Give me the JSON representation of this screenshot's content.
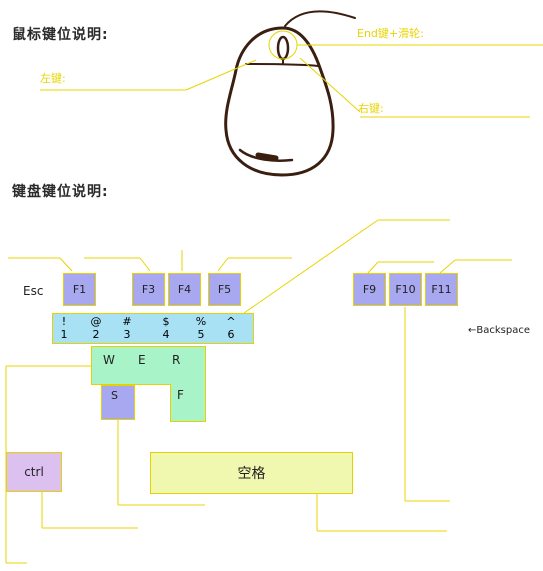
{
  "mouse_title": "鼠标键位说明:",
  "keyboard_title": "键盘键位说明:",
  "mouse_labels": {
    "left": "左键:",
    "middle": "End键+滑轮:",
    "right": "右键:"
  },
  "keys": {
    "esc": "Esc",
    "f1": "F1",
    "f3": "F3",
    "f4": "F4",
    "f5": "F5",
    "f9": "F9",
    "f10": "F10",
    "f11": "F11",
    "backspace": "←Backspace",
    "ctrl": "ctrl",
    "space": "空格",
    "w": "W",
    "e": "E",
    "r": "R",
    "s": "S",
    "f": "F"
  },
  "number_row": [
    {
      "sym": "!",
      "num": "1"
    },
    {
      "sym": "@",
      "num": "2"
    },
    {
      "sym": "#",
      "num": "3"
    },
    {
      "sym": "$",
      "num": "4"
    },
    {
      "sym": "%",
      "num": "5"
    },
    {
      "sym": "^",
      "num": "6"
    }
  ],
  "colors": {
    "fkey": "#a8a8f0",
    "number_row": "#a8e0f4",
    "wer_block": "#a8f4c8",
    "ctrl": "#dcc0f0",
    "space": "#f0f8b0",
    "leader_line": "#e8d400"
  }
}
